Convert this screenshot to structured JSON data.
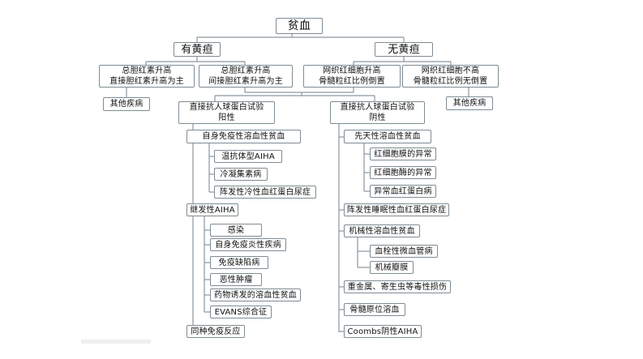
{
  "root": "贫血",
  "left": {
    "label": "有黄疸",
    "a": "总胆红素升高\n直接胆红素升高为主",
    "a_child": "其他疾病",
    "b": "总胆红素升高\n间接胆红素升高为主"
  },
  "right": {
    "label": "无黄疸",
    "a": "网织红细胞升高\n骨髓粒红比例倒置",
    "b": "网织红细胞不高\n骨髓粒红比例无倒置",
    "b_child": "其他疾病"
  },
  "positive": {
    "label": "直接抗人球蛋白试验\n阳性",
    "autoimmune": {
      "label": "自身免疫性溶血性贫血",
      "items": [
        "温抗体型AIHA",
        "冷凝集素病",
        "阵发性冷性血红蛋白尿症"
      ]
    },
    "secondary": {
      "label": "继发性AIHA",
      "items": [
        "感染",
        "自身免疫炎性疾病",
        "免疫缺陷病",
        "恶性肿瘤",
        "药物诱发的溶血性贫血",
        "EVANS综合征"
      ]
    },
    "alloimmune": "同种免疫反应"
  },
  "negative": {
    "label": "直接抗人球蛋白试验\n阴性",
    "congenital": {
      "label": "先天性溶血性贫血",
      "items": [
        "红细胞膜的异常",
        "红细胞酶的异常",
        "异常血红蛋白病"
      ]
    },
    "pnh": "阵发性睡眠性血红蛋白尿症",
    "mechanical": {
      "label": "机械性溶血性贫血",
      "items": [
        "血栓性微血管病",
        "机械瓣膜"
      ]
    },
    "heavy_metal": "重金属、寄生虫等毒性损伤",
    "marrow": "骨髓原位溶血",
    "coombs_neg": "Coombs阴性AIHA"
  }
}
